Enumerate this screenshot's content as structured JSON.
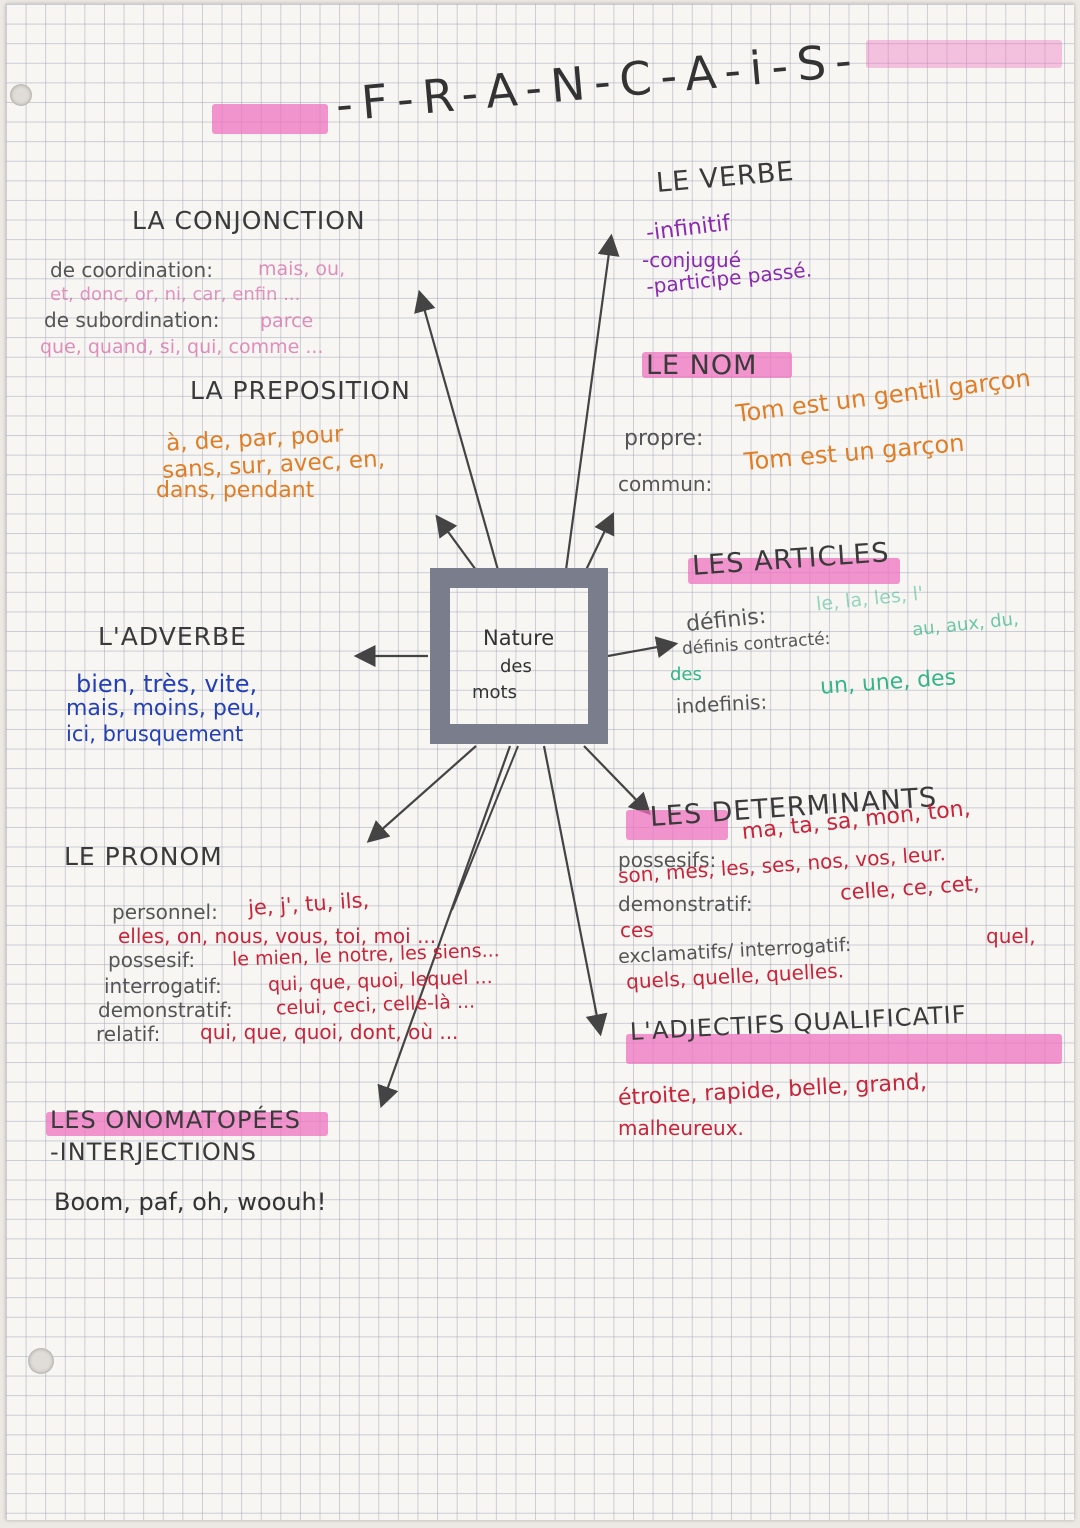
{
  "title": "-F-R-A-N-C-A-i-S-",
  "center": {
    "line1": "Nature",
    "line2": "des",
    "line3": "mots"
  },
  "sections": {
    "verbe": {
      "heading": "LE VERBE",
      "items": [
        "-infinitif",
        "-conjugué",
        "-participe passé."
      ]
    },
    "conjonction": {
      "heading": "LA CONJONCTION",
      "line1_label": "de coordination:",
      "line1_words": "mais, ou,",
      "line2_words": "et, donc, or, ni, car, enfin ...",
      "line3_label": "de subordination:",
      "line3_words": "parce",
      "line4_words": "que, quand, si, qui, comme ..."
    },
    "nom": {
      "heading": "LE NOM",
      "propre_label": "propre:",
      "propre_example": "Tom est un gentil garçon",
      "commun_label": "commun:",
      "commun_example": "Tom est un garçon"
    },
    "preposition": {
      "heading": "LA PREPOSITION",
      "lines": [
        "à, de, par, pour",
        "sans, sur, avec, en,",
        "dans, pendant"
      ]
    },
    "articles": {
      "heading": "LES ARTICLES",
      "definis_label": "définis:",
      "definis_words": "le, la, les, l'",
      "contractes_label": "définis contracté:",
      "contractes_words": "au, aux, du,",
      "contractes_words2": "des",
      "indefinis_label": "indefinis:",
      "indefinis_words": "un, une, des"
    },
    "adverbe": {
      "heading": "L'ADVERBE",
      "lines": [
        "bien, très, vite,",
        "mais, moins, peu,",
        "ici, brusquement"
      ]
    },
    "determinants": {
      "heading": "LES DETERMINANTS",
      "poss_label": "possesifs:",
      "poss_words": "ma, ta, sa, mon, ton,",
      "poss_words2": "son, mes, les, ses, nos, vos, leur.",
      "dem_label": "demonstratif:",
      "dem_words": "celle, ce, cet,",
      "dem_words2": "ces",
      "excl_label": "exclamatifs/ interrogatif:",
      "excl_words": "quel,",
      "excl_words2": "quels, quelle, quelles."
    },
    "pronom": {
      "heading": "LE PRONOM",
      "perso_label": "personnel:",
      "perso_words": "je, j', tu, ils,",
      "perso_words2": "elles, on, nous, vous, toi, moi ...",
      "poss_label": "possesif:",
      "poss_words": "le mien, le notre, les siens...",
      "interro_label": "interrogatif:",
      "interro_words": "qui, que, quoi, lequel ...",
      "dem_label": "demonstratif:",
      "dem_words": "celui, ceci, celle-là ...",
      "rel_label": "relatif:",
      "rel_words": "qui, que, quoi, dont, où ..."
    },
    "adjectif": {
      "heading": "L'ADJECTIFS QUALIFICATIF",
      "line1": "étroite, rapide, belle, grand,",
      "line2": "malheureux."
    },
    "onomatopees": {
      "heading1": "LES ONOMATOPÉES",
      "heading2": "-INTERJECTIONS",
      "examples": "Boom, paf, oh, woouh!"
    }
  },
  "colors": {
    "highlight": "#ee6ebe",
    "ink": "#333333",
    "frame": "#7a7d8c",
    "orange": "#e07d26",
    "red": "#c8243a",
    "blue": "#2440b8",
    "purple": "#8a2ab0",
    "green": "#34b488"
  }
}
